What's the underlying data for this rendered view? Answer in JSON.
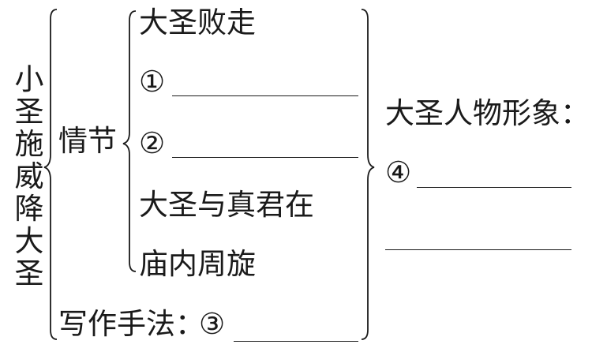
{
  "title": "小圣施威降大圣",
  "plot": {
    "label": "情节",
    "items": [
      {
        "text": "大圣败走"
      },
      {
        "marker": "①"
      },
      {
        "marker": "②"
      },
      {
        "text": "大圣与真君在"
      },
      {
        "text": "庙内周旋"
      }
    ]
  },
  "technique": {
    "label": "写作手法：",
    "marker": "③"
  },
  "character": {
    "label": "大圣人物形象：",
    "marker": "④"
  }
}
